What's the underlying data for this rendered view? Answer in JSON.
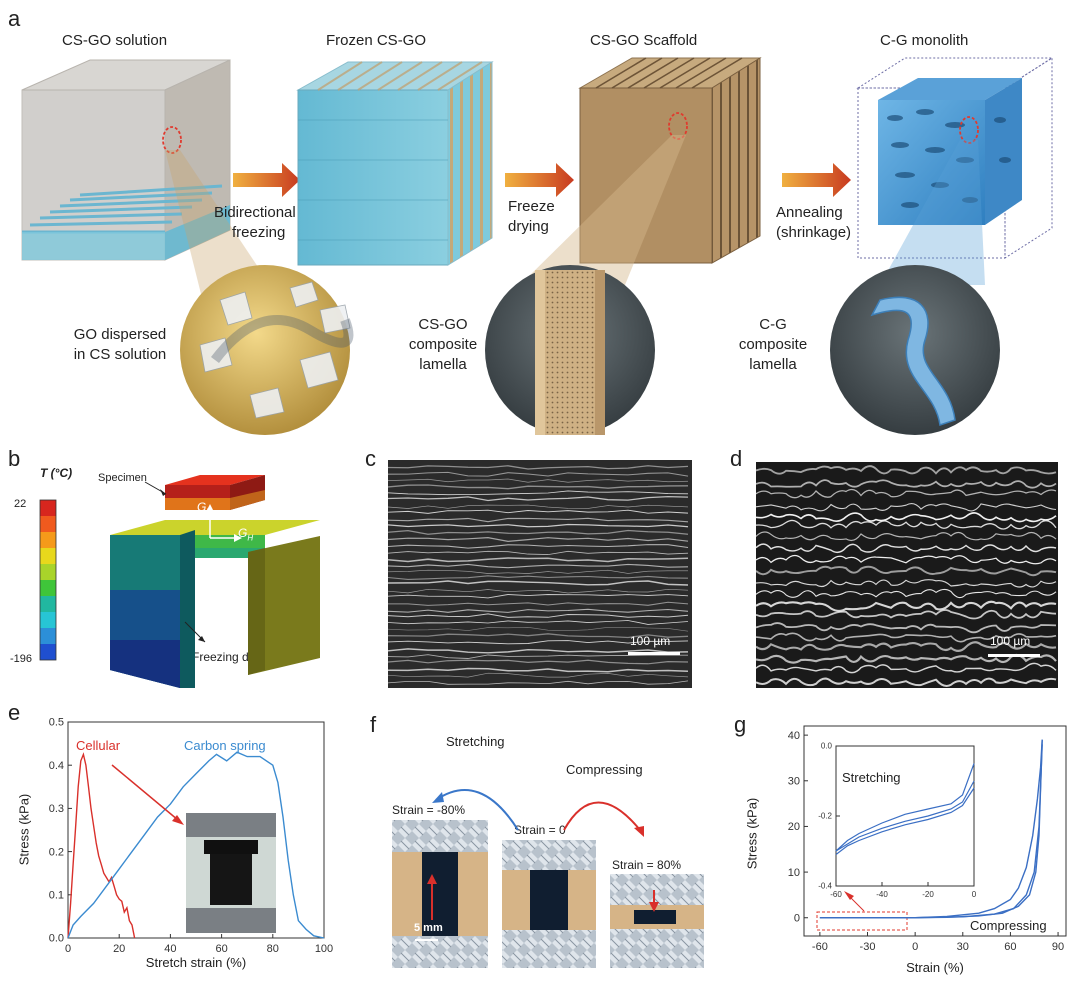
{
  "panel_a": {
    "letter": "a",
    "stages": [
      "CS-GO solution",
      "Frozen CS-GO",
      "CS-GO Scaffold",
      "C-G monolith"
    ],
    "steps": [
      {
        "line1": "Bidirectional",
        "line2": "freezing"
      },
      {
        "line1": "Freeze",
        "line2": "drying"
      },
      {
        "line1": "Annealing",
        "line2": "(shrinkage)"
      }
    ],
    "insets": [
      {
        "line1": "GO dispersed",
        "line2": "in CS solution",
        "line3": ""
      },
      {
        "line1": "CS-GO",
        "line2": "composite",
        "line3": "lamella"
      },
      {
        "line1": "C-G",
        "line2": "composite",
        "line3": "lamella"
      }
    ]
  },
  "panel_b": {
    "letter": "b",
    "colorbar_title": "T (°C)",
    "tmax": "22",
    "tmin": "-196",
    "specimen": "Specimen",
    "device": "Freezing device",
    "gv": "G",
    "gv_sub": "V",
    "gh": "G",
    "gh_sub": "H"
  },
  "panel_c": {
    "letter": "c",
    "scale": "100 µm"
  },
  "panel_d": {
    "letter": "d",
    "scale": "100 µm"
  },
  "panel_f": {
    "letter": "f",
    "stretching": "Stretching",
    "compressing": "Compressing",
    "strain_neg": "Strain = -80%",
    "strain_zero": "Strain = 0",
    "strain_pos": "Strain = 80%",
    "scale": "5 mm"
  },
  "chart_data": [
    {
      "panel": "e",
      "type": "line",
      "xlabel": "Stretch strain (%)",
      "ylabel": "Stress (kPa)",
      "xlim": [
        0,
        100
      ],
      "ylim": [
        0,
        0.5
      ],
      "xticks": [
        "0",
        "20",
        "40",
        "60",
        "80",
        "100"
      ],
      "yticks": [
        "0.0",
        "0.1",
        "0.2",
        "0.3",
        "0.4",
        "0.5"
      ],
      "series": [
        {
          "name": "Cellular",
          "color": "#d9302b",
          "x": [
            0,
            1,
            2,
            3,
            4,
            5,
            6,
            7,
            8,
            9,
            10,
            11,
            12,
            13,
            14,
            15,
            16,
            17,
            18,
            19,
            20,
            21,
            22,
            23,
            24,
            25,
            26
          ],
          "y": [
            0.0,
            0.08,
            0.17,
            0.26,
            0.35,
            0.41,
            0.425,
            0.4,
            0.35,
            0.3,
            0.26,
            0.22,
            0.19,
            0.17,
            0.15,
            0.14,
            0.13,
            0.14,
            0.12,
            0.1,
            0.09,
            0.085,
            0.06,
            0.07,
            0.04,
            0.03,
            0.0
          ]
        },
        {
          "name": "Carbon spring",
          "color": "#3b8bd0",
          "x": [
            0,
            2,
            5,
            10,
            15,
            20,
            25,
            30,
            35,
            40,
            45,
            50,
            55,
            58,
            62,
            66,
            70,
            75,
            80,
            82,
            84,
            86,
            88,
            90,
            93,
            96,
            100
          ],
          "y": [
            0.0,
            0.03,
            0.05,
            0.08,
            0.12,
            0.16,
            0.2,
            0.24,
            0.28,
            0.31,
            0.35,
            0.38,
            0.41,
            0.425,
            0.41,
            0.43,
            0.42,
            0.42,
            0.4,
            0.36,
            0.28,
            0.18,
            0.1,
            0.04,
            0.02,
            0.005,
            0.0
          ]
        }
      ]
    },
    {
      "panel": "g",
      "type": "line",
      "xlabel": "Strain (%)",
      "ylabel": "Stress (kPa)",
      "xlim": [
        -70,
        95
      ],
      "ylim": [
        -4,
        42
      ],
      "xticks": [
        "-60",
        "-30",
        "0",
        "30",
        "60",
        "90"
      ],
      "yticks": [
        "0",
        "10",
        "20",
        "30",
        "40"
      ],
      "annotation_stretch": "Stretching",
      "annotation_compress": "Compressing",
      "series": [
        {
          "name": "",
          "color": "#3b6fc4",
          "x": [
            -60,
            -40,
            -20,
            0,
            20,
            40,
            50,
            60,
            65,
            70,
            74,
            77,
            79,
            80
          ],
          "y": [
            0,
            0,
            0,
            0,
            0.3,
            1.0,
            2.0,
            4.0,
            6.5,
            11,
            18,
            26,
            33,
            39
          ]
        },
        {
          "name": "",
          "color": "#3b6fc4",
          "x": [
            -60,
            -40,
            -20,
            0,
            20,
            40,
            55,
            65,
            72,
            76,
            78,
            80
          ],
          "y": [
            0,
            0,
            0,
            0,
            0.1,
            0.4,
            1.0,
            2.5,
            5.0,
            10,
            18,
            39
          ]
        },
        {
          "name": "",
          "color": "#3b6fc4",
          "x": [
            -60,
            -40,
            -20,
            0,
            30,
            50,
            62,
            70,
            75,
            78,
            80
          ],
          "y": [
            0,
            0,
            0,
            0,
            0.2,
            0.8,
            2.0,
            5.0,
            10,
            20,
            38
          ]
        }
      ],
      "inset": {
        "xlim": [
          -60,
          0
        ],
        "ylim": [
          -0.4,
          0.0
        ],
        "xticks": [
          "-60",
          "-40",
          "-20",
          "0"
        ],
        "yticks": [
          "0.0",
          "-0.2",
          "-0.4"
        ],
        "label": "Stretching",
        "series": [
          {
            "x": [
              -60,
              -55,
              -50,
              -40,
              -30,
              -20,
              -10,
              -5,
              0
            ],
            "y": [
              -0.3,
              -0.27,
              -0.25,
              -0.22,
              -0.195,
              -0.18,
              -0.165,
              -0.14,
              -0.05
            ]
          },
          {
            "x": [
              -60,
              -55,
              -50,
              -40,
              -30,
              -20,
              -10,
              -5,
              0
            ],
            "y": [
              -0.3,
              -0.28,
              -0.26,
              -0.235,
              -0.215,
              -0.2,
              -0.18,
              -0.16,
              -0.1
            ]
          },
          {
            "x": [
              -60,
              -55,
              -50,
              -40,
              -30,
              -20,
              -10,
              -5,
              0
            ],
            "y": [
              -0.31,
              -0.285,
              -0.27,
              -0.245,
              -0.225,
              -0.21,
              -0.19,
              -0.17,
              -0.12
            ]
          }
        ]
      }
    }
  ]
}
